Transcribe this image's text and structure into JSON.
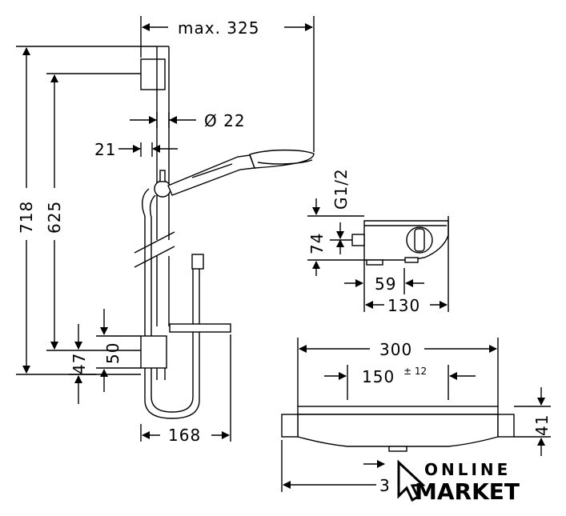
{
  "dimensions": {
    "max_width": "max. 325",
    "rail_diameter": "Ø 22",
    "offset_21": "21",
    "height_718": "718",
    "height_625": "625",
    "dim_50": "50",
    "dim_47": "47",
    "dim_168": "168",
    "thread": "G1/2",
    "dim_74": "74",
    "dim_59": "59",
    "dim_130": "130",
    "dim_300": "300",
    "dim_150": "150",
    "tolerance": "± 12",
    "dim_41": "41",
    "dim_3": "3"
  },
  "watermark": {
    "line1": "ONLINE",
    "line2": "MARKET"
  }
}
